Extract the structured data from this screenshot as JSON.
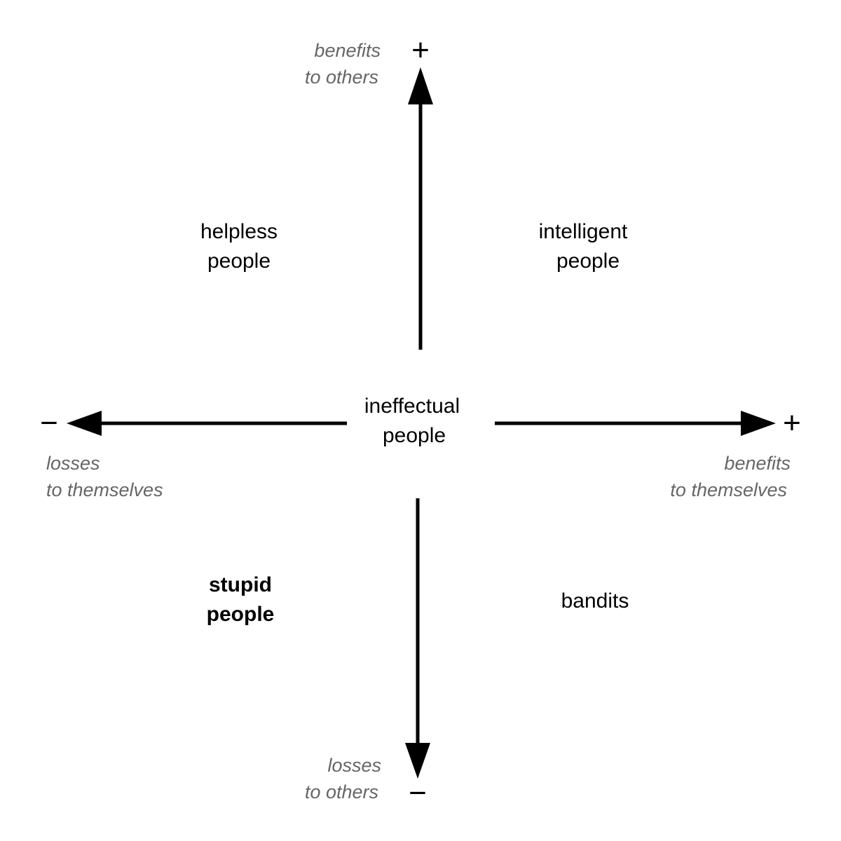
{
  "quadrants": {
    "top_left": [
      "helpless",
      "people"
    ],
    "top_right": [
      "intelligent",
      "people"
    ],
    "bottom_left": [
      "stupid",
      "people"
    ],
    "bottom_right": [
      "bandits"
    ],
    "center": [
      "ineffectual",
      "people"
    ]
  },
  "axes": {
    "y_positive": {
      "sign": "+",
      "label": [
        "benefits",
        "to others"
      ]
    },
    "y_negative": {
      "sign": "−",
      "label": [
        "losses",
        "to others"
      ]
    },
    "x_positive": {
      "sign": "+",
      "label": [
        "benefits",
        "to themselves"
      ]
    },
    "x_negative": {
      "sign": "−",
      "label": [
        "losses",
        "to themselves"
      ]
    }
  }
}
